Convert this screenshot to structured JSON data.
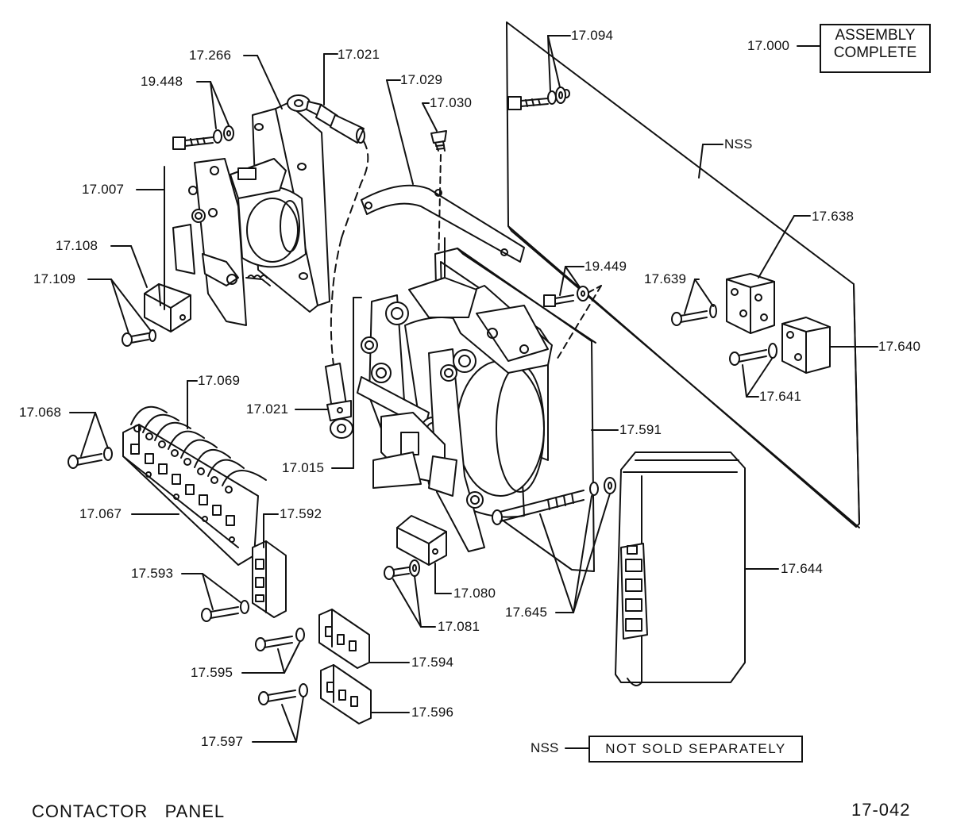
{
  "diagram": {
    "title": "CONTACTOR   PANEL",
    "figure_number": "17-042",
    "assembly_box": {
      "part": "17.000",
      "line1": "ASSEMBLY",
      "line2": "COMPLETE"
    },
    "nss_legend": {
      "abbr": "NSS",
      "text": "NOT SOLD SEPARATELY"
    },
    "nss_callout": "NSS",
    "callouts": {
      "p17_266": "17.266",
      "p17_021a": "17.021",
      "p19_448": "19.448",
      "p17_029": "17.029",
      "p17_030": "17.030",
      "p17_094": "17.094",
      "p17_007": "17.007",
      "p17_108": "17.108",
      "p17_109": "17.109",
      "p19_449": "19.449",
      "p17_638": "17.638",
      "p17_639": "17.639",
      "p17_640": "17.640",
      "p17_641": "17.641",
      "p17_069": "17.069",
      "p17_068": "17.068",
      "p17_021b": "17.021",
      "p17_015": "17.015",
      "p17_591": "17.591",
      "p17_067": "17.067",
      "p17_592": "17.592",
      "p17_593": "17.593",
      "p17_644": "17.644",
      "p17_080": "17.080",
      "p17_645": "17.645",
      "p17_081": "17.081",
      "p17_594": "17.594",
      "p17_595": "17.595",
      "p17_596": "17.596",
      "p17_597": "17.597"
    }
  }
}
